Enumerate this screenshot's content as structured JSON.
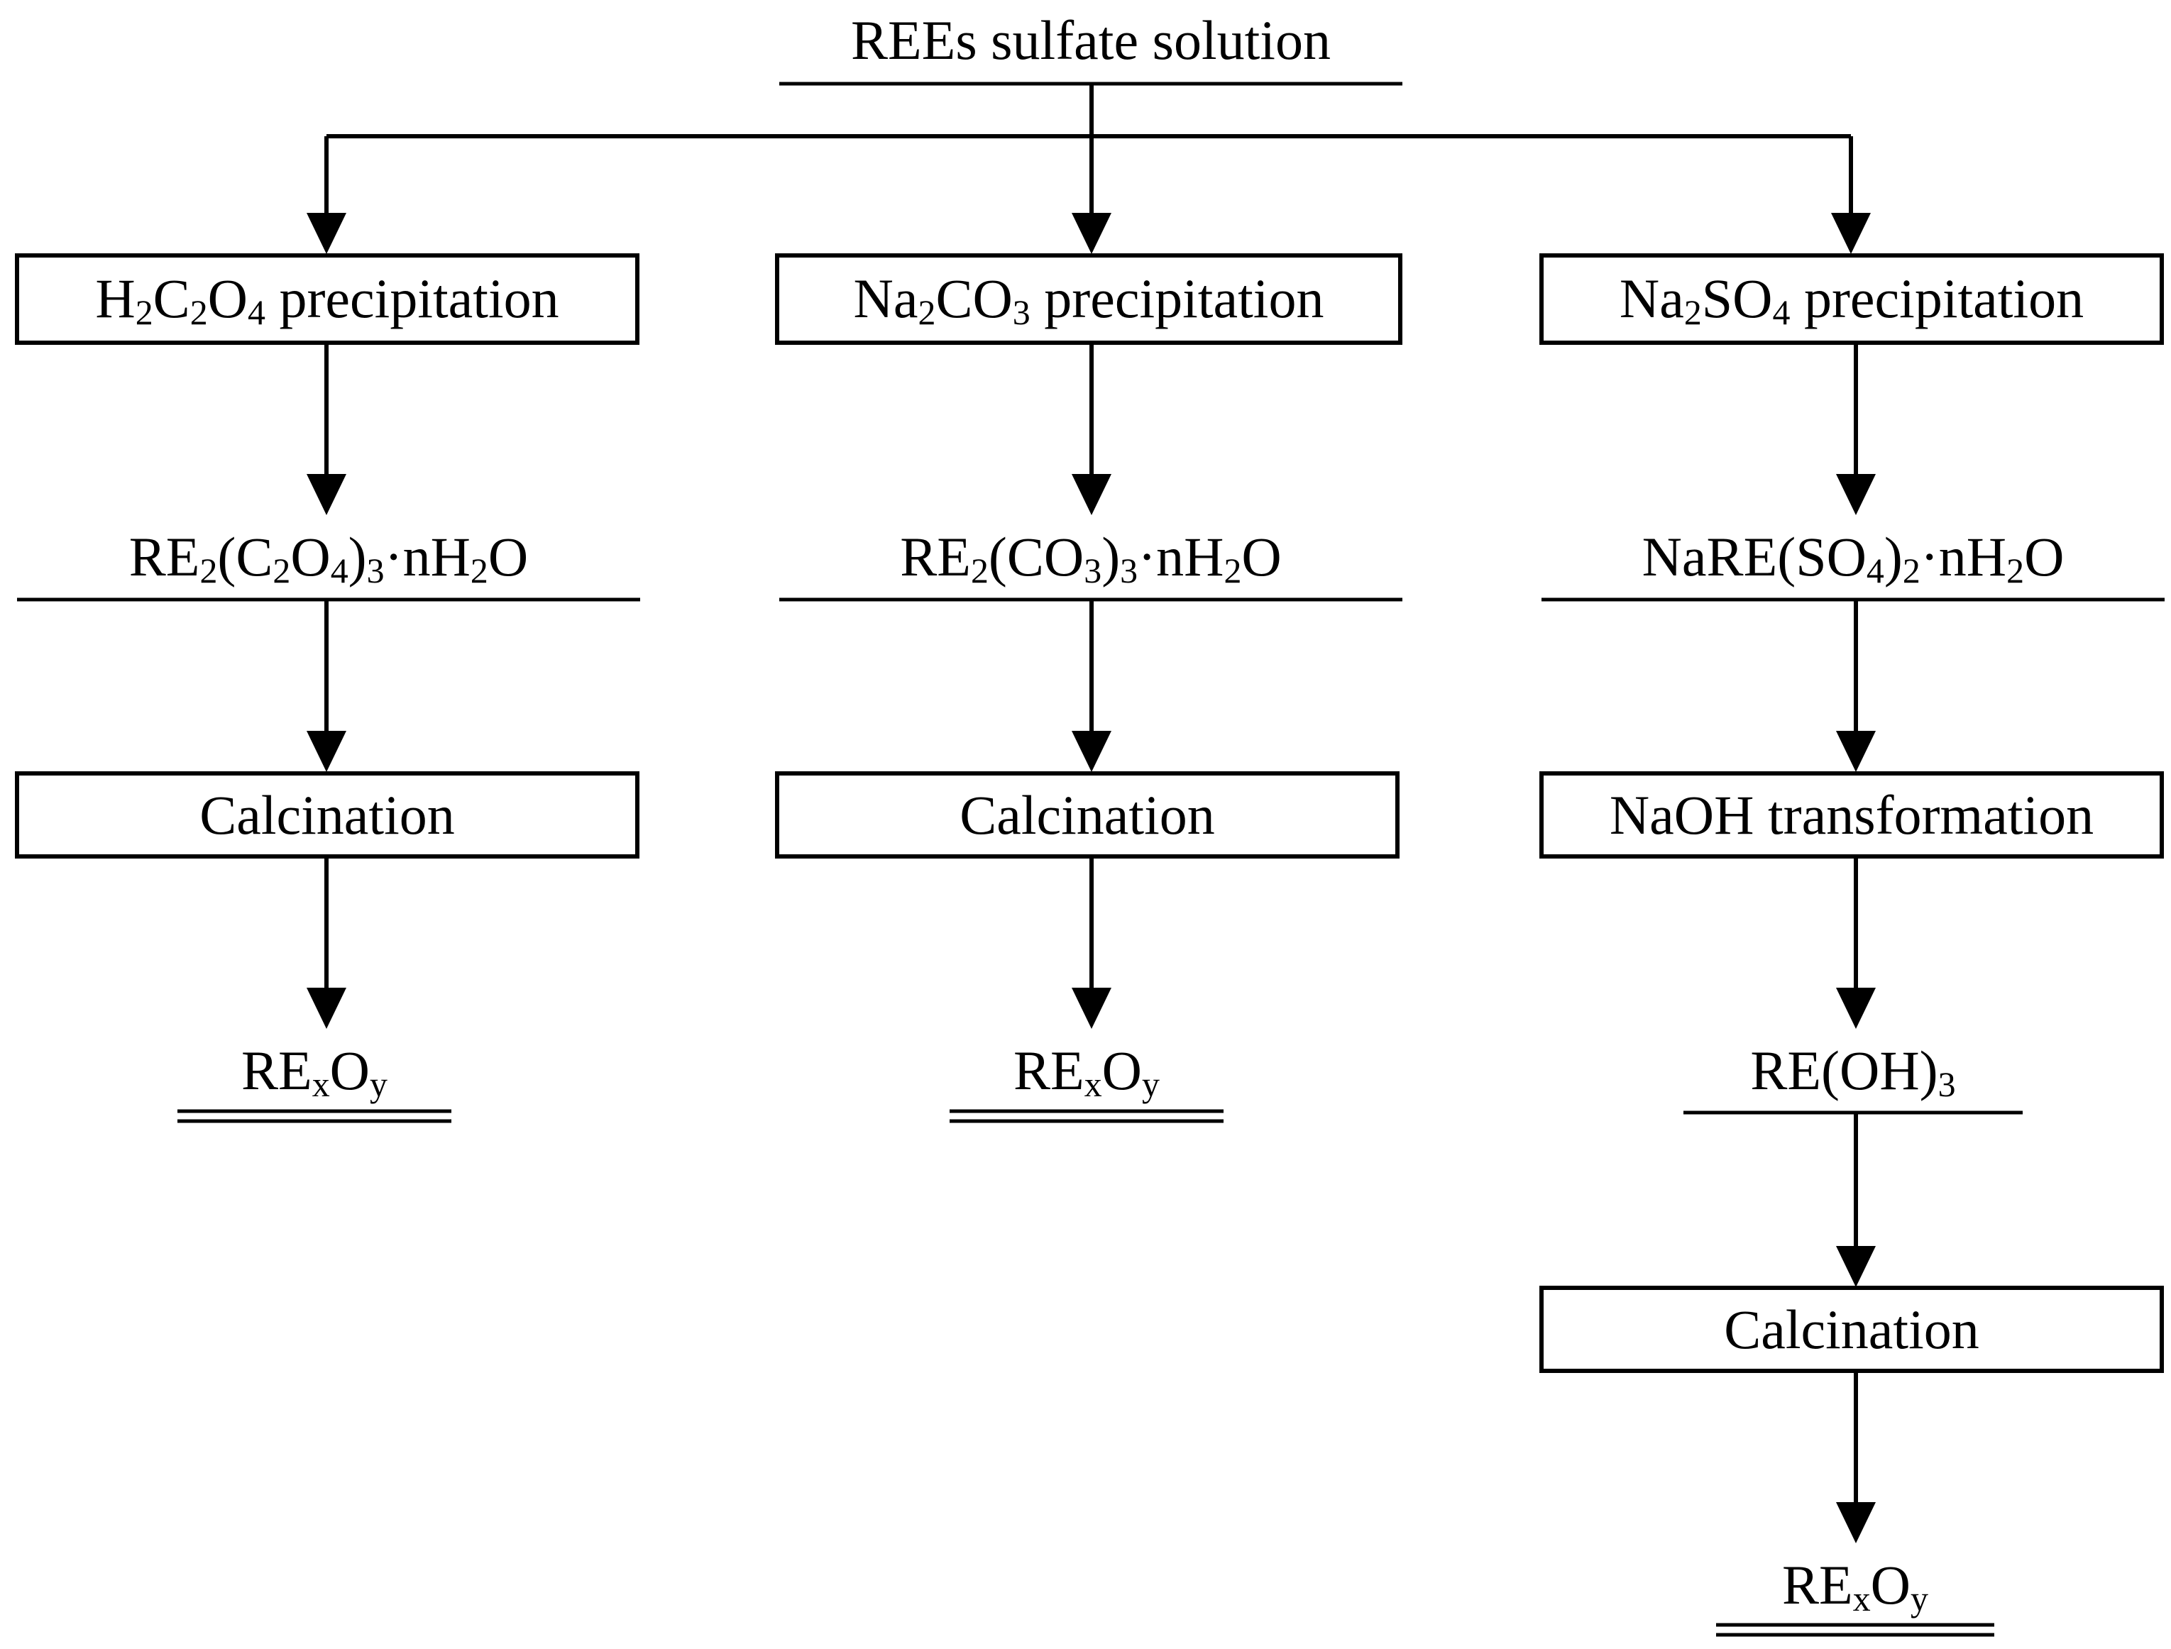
{
  "colors": {
    "line": "#000000",
    "background": "#ffffff"
  },
  "labels": {
    "source": "REEs sulfate solution",
    "oxalate_step": [
      "H",
      "2",
      "C",
      "2",
      "O",
      "4",
      " precipitation"
    ],
    "carbonate_step": [
      "Na",
      "2",
      "CO",
      "3",
      " precipitation"
    ],
    "sulfate_step": [
      "Na",
      "2",
      "SO",
      "4",
      " precipitation"
    ],
    "oxalate_product": [
      "RE",
      "2",
      "(C",
      "2",
      "O",
      "4",
      ")",
      "3",
      "·nH",
      "2",
      "O"
    ],
    "carbonate_product": [
      "RE",
      "2",
      "(CO",
      "3",
      ")",
      "3",
      "·nH",
      "2",
      "O"
    ],
    "sulfate_product": [
      "NaRE(SO",
      "4",
      ")",
      "2",
      "·nH",
      "2",
      "O"
    ],
    "oxalate_calcination": "Calcination",
    "carbonate_calcination": "Calcination",
    "naoh_step": "NaOH transformation",
    "hydroxide_product": [
      "RE(OH)",
      "3"
    ],
    "hydroxide_calcination": "Calcination",
    "oxide_1": [
      "RE",
      "x",
      "O",
      "y"
    ],
    "oxide_2": [
      "RE",
      "x",
      "O",
      "y"
    ],
    "oxide_3": [
      "RE",
      "x",
      "O",
      "y"
    ]
  }
}
